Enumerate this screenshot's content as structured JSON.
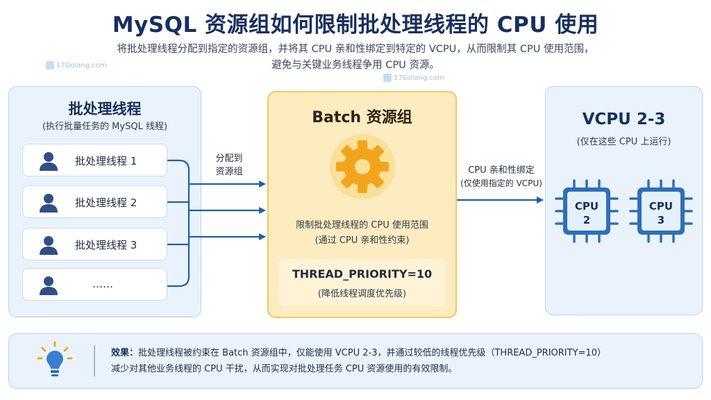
{
  "header": {
    "title": "MySQL 资源组如何限制批处理线程的 CPU 使用",
    "subtitle_line1": "将批处理线程分配到指定的资源组，并将其 CPU 亲和性绑定到特定的 VCPU，从而限制其 CPU 使用范围，",
    "subtitle_line2": "避免与关键业务线程争用 CPU 资源。"
  },
  "left_panel": {
    "title": "批处理线程",
    "subtitle": "(执行批量任务的 MySQL 线程)",
    "threads": [
      {
        "label": "批处理线程 1",
        "icon": "user-icon"
      },
      {
        "label": "批处理线程 2",
        "icon": "user-icon"
      },
      {
        "label": "批处理线程 3",
        "icon": "user-icon"
      },
      {
        "label": "……",
        "icon": "user-icon"
      }
    ]
  },
  "flow_left": {
    "line1": "分配到",
    "line2": "资源组"
  },
  "center_panel": {
    "title": "Batch 资源组",
    "icon": "gear-icon",
    "desc_line1": "限制批处理线程的 CPU 使用范围",
    "desc_line2": "(通过 CPU 亲和性约束)",
    "priority_title": "THREAD_PRIORITY=10",
    "priority_sub": "(降低线程调度优先级)"
  },
  "flow_right": {
    "line1": "CPU 亲和性绑定",
    "line2": "(仅使用指定的 VCPU)"
  },
  "right_panel": {
    "title": "VCPU 2-3",
    "subtitle": "(仅在这些 CPU 上运行)",
    "chips": [
      {
        "line1": "CPU",
        "line2": "2"
      },
      {
        "line1": "CPU",
        "line2": "3"
      }
    ]
  },
  "effect": {
    "icon": "lightbulb-icon",
    "label": "效果：",
    "line1": "批处理线程被约束在 Batch 资源组中，仅能使用 VCPU 2-3，并通过较低的线程优先级（THREAD_PRIORITY=10）",
    "line2": "减少对其他业务线程的 CPU 干扰，从而实现对批处理任务 CPU 资源使用的有效限制。"
  },
  "watermark": {
    "text": "17Golang.com"
  },
  "colors": {
    "navy": "#16305e",
    "arrow_blue": "#1f5fa8",
    "gear_orange": "#f2a51c",
    "chip_blue": "#2f6fb8",
    "panel_blue": "#eaf3fc",
    "panel_gold": "#fdecc0"
  }
}
